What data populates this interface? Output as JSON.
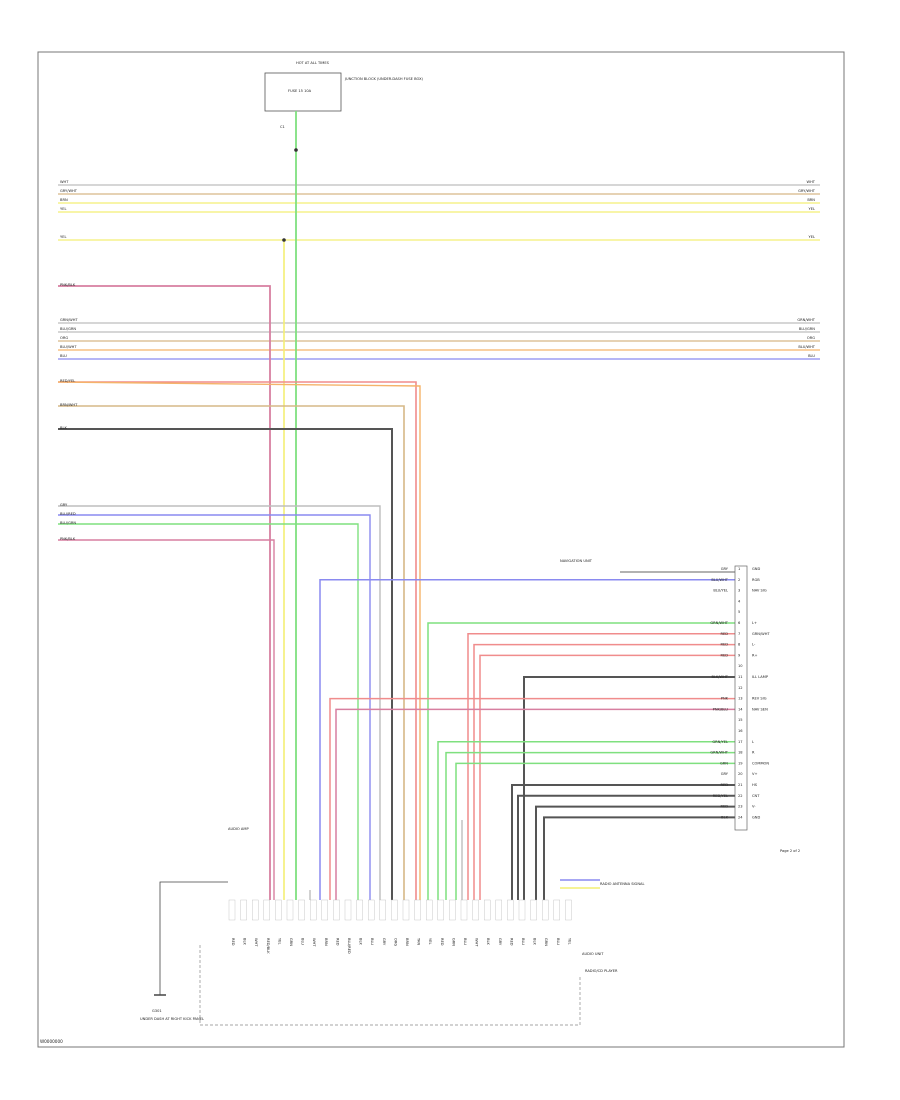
{
  "diagram": {
    "footer_code": "W0000000",
    "page_ref": "Page 2 of 2",
    "top_box_title": "HOT AT ALL TIMES",
    "top_box_fuse": "FUSE 15 10A",
    "top_box_note": "JUNCTION BLOCK (UNDER-DASH FUSE BOX)",
    "top_box_conn": "C1",
    "colors": {
      "wht": "#bdbdbd",
      "yel": "#f4ef74",
      "grn": "#7fe07f",
      "red": "#f08c8c",
      "blu": "#8a8af0",
      "org": "#f5b36a",
      "blk": "#555555",
      "pnk": "#d77fa0",
      "tan": "#d6b887"
    },
    "left_labels": [
      "WHT",
      "GRY/WHT",
      "BRN",
      "YEL",
      "YEL",
      "PNK/BLK",
      "GRN/WHT",
      "BLU/GRN",
      "ORG",
      "BLU/WHT",
      "BLU",
      "RED/YEL",
      "BRN/WHT",
      "BLK",
      "GRY",
      "BLU/RED",
      "BLU/GRN",
      "PNK/BLK"
    ],
    "right_labels": [
      "WHT",
      "GRY/WHT",
      "BRN",
      "YEL",
      "YEL",
      "GRN/WHT",
      "BLU/GRN",
      "ORG",
      "BLU/WHT",
      "BLU"
    ],
    "radio_title": "RADIO/CD PLAYER",
    "ground_label": "G301",
    "ground_sub": "UNDER DASH AT RIGHT KICK PANEL",
    "side_conn_label": "RADIO ANTENNA SIGNAL",
    "side_note": "AUDIO UNIT",
    "conn_group_label": "AUDIO AMP",
    "right_connector_title": "NAVIGATION UNIT",
    "right_connector_pins": [
      "GRY",
      "BLU/WHT",
      "BLU/YEL",
      "",
      "",
      "GRN/WHT",
      "RED",
      "RED",
      "RED",
      "",
      "BLK/WHT",
      "",
      "PNK",
      "PNK/BLU",
      "",
      "",
      "GRN/YEL",
      "GRN/WHT",
      "GRN",
      "GRY",
      "RED",
      "RED/YEL",
      "RED",
      "BLK"
    ],
    "right_connector_signals": [
      "GND",
      "RGB",
      "NAV SIG",
      "",
      "",
      "L+",
      "GRN/WHT",
      "L-",
      "R+",
      "",
      "ILL LAMP",
      "",
      "REV SIG",
      "NAV SEN",
      "",
      "",
      "L",
      "R",
      "COMMON",
      "V+",
      "HS",
      "CNT",
      "V-",
      "GND"
    ],
    "bottom_pins": [
      "RED",
      "BLK",
      "WHT",
      "RED/BLK",
      "YEL",
      "GRN",
      "BLU",
      "WHT",
      "BRN",
      "RED",
      "BLU/RED",
      "BLK",
      "BLU",
      "GRY",
      "ORG",
      "BRN",
      "TAN",
      "YEL",
      "RED",
      "GRN",
      "BLU",
      "WHT",
      "BLK",
      "GRY",
      "RED",
      "BLU",
      "BLK",
      "GRN",
      "BLU",
      "YEL"
    ]
  }
}
